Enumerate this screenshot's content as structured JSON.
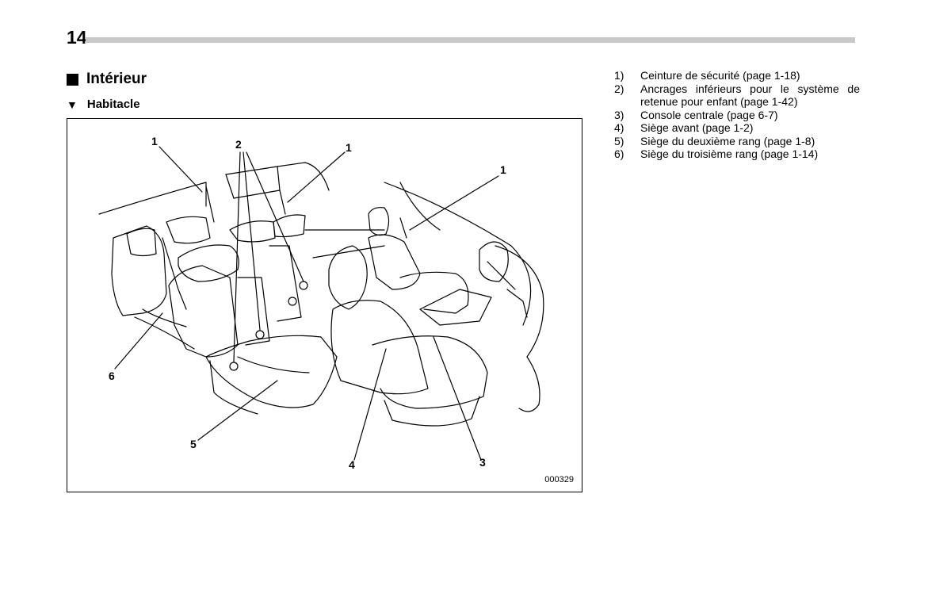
{
  "page": {
    "number": "14"
  },
  "section": {
    "title": "Intérieur",
    "icon": "black-square-icon"
  },
  "subsection": {
    "title": "Habitacle",
    "icon": "down-triangle-icon"
  },
  "figure": {
    "code": "000329",
    "callouts": [
      "1",
      "2",
      "1",
      "1",
      "6",
      "5",
      "4",
      "3"
    ]
  },
  "legend": [
    {
      "num": "1)",
      "text": "Ceinture de sécurité (page 1-18)"
    },
    {
      "num": "2)",
      "text": "Ancrages inférieurs pour le système de retenue pour enfant (page 1-42)"
    },
    {
      "num": "3)",
      "text": "Console centrale (page 6-7)"
    },
    {
      "num": "4)",
      "text": "Siège avant (page 1-2)"
    },
    {
      "num": "5)",
      "text": "Siège du deuxième rang (page 1-8)"
    },
    {
      "num": "6)",
      "text": "Siège du troisième rang (page 1-14)"
    }
  ]
}
